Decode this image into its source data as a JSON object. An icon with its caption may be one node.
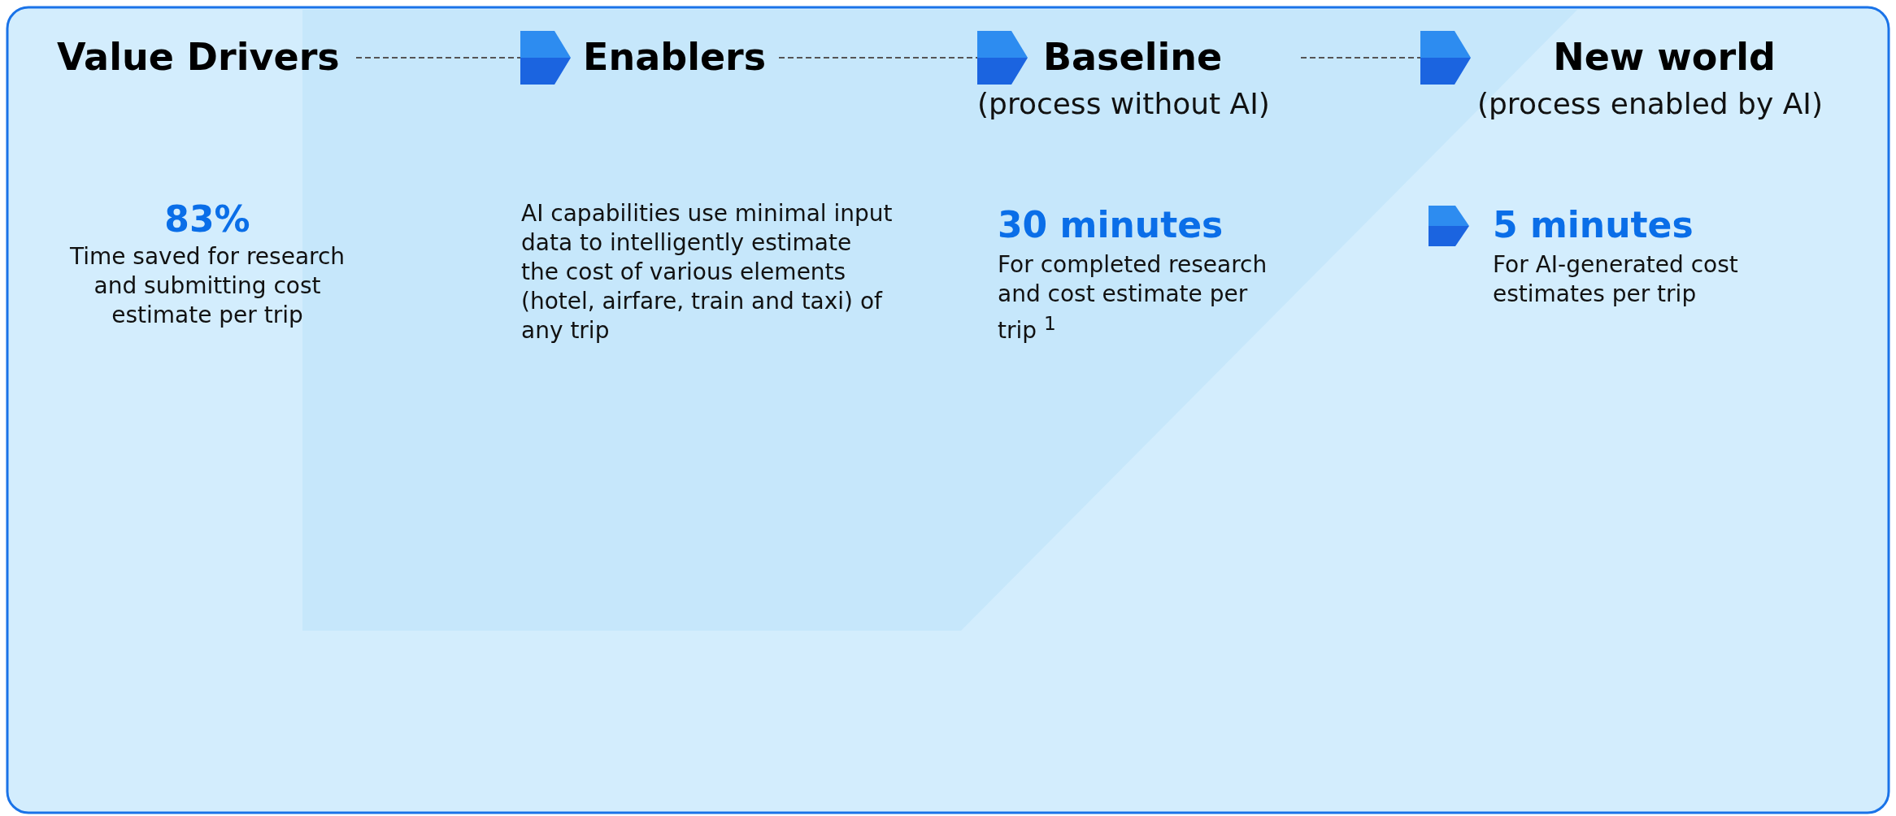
{
  "diagram": {
    "nodes": [
      {
        "text": [
          "Value Drivers"
        ]
      },
      {
        "text": [
          "Enablers"
        ]
      },
      {
        "text": [
          "Baseline",
          "(process without AI)"
        ]
      },
      {
        "text": [
          "New world",
          "(process enabled by AI)"
        ]
      }
    ],
    "edges": [
      {
        "from": 0,
        "to": 1,
        "arrow": "to",
        "style": "dashed"
      },
      {
        "from": 1,
        "to": 2,
        "arrow": "to",
        "style": "dashed"
      },
      {
        "from": 2,
        "to": 3,
        "arrow": "to",
        "style": "dashed"
      }
    ],
    "labels": [
      "83%",
      "Time saved for research and submitting cost estimate per trip",
      "AI capabilities use minimal input data to intelligently estimate the cost of various elements (hotel, airfare, train and taxi) of any trip",
      "30 minutes",
      "For completed research and cost estimate per trip $^{1}$",
      "5 minutes",
      "For AI-generated cost estimates per trip"
    ]
  }
}
